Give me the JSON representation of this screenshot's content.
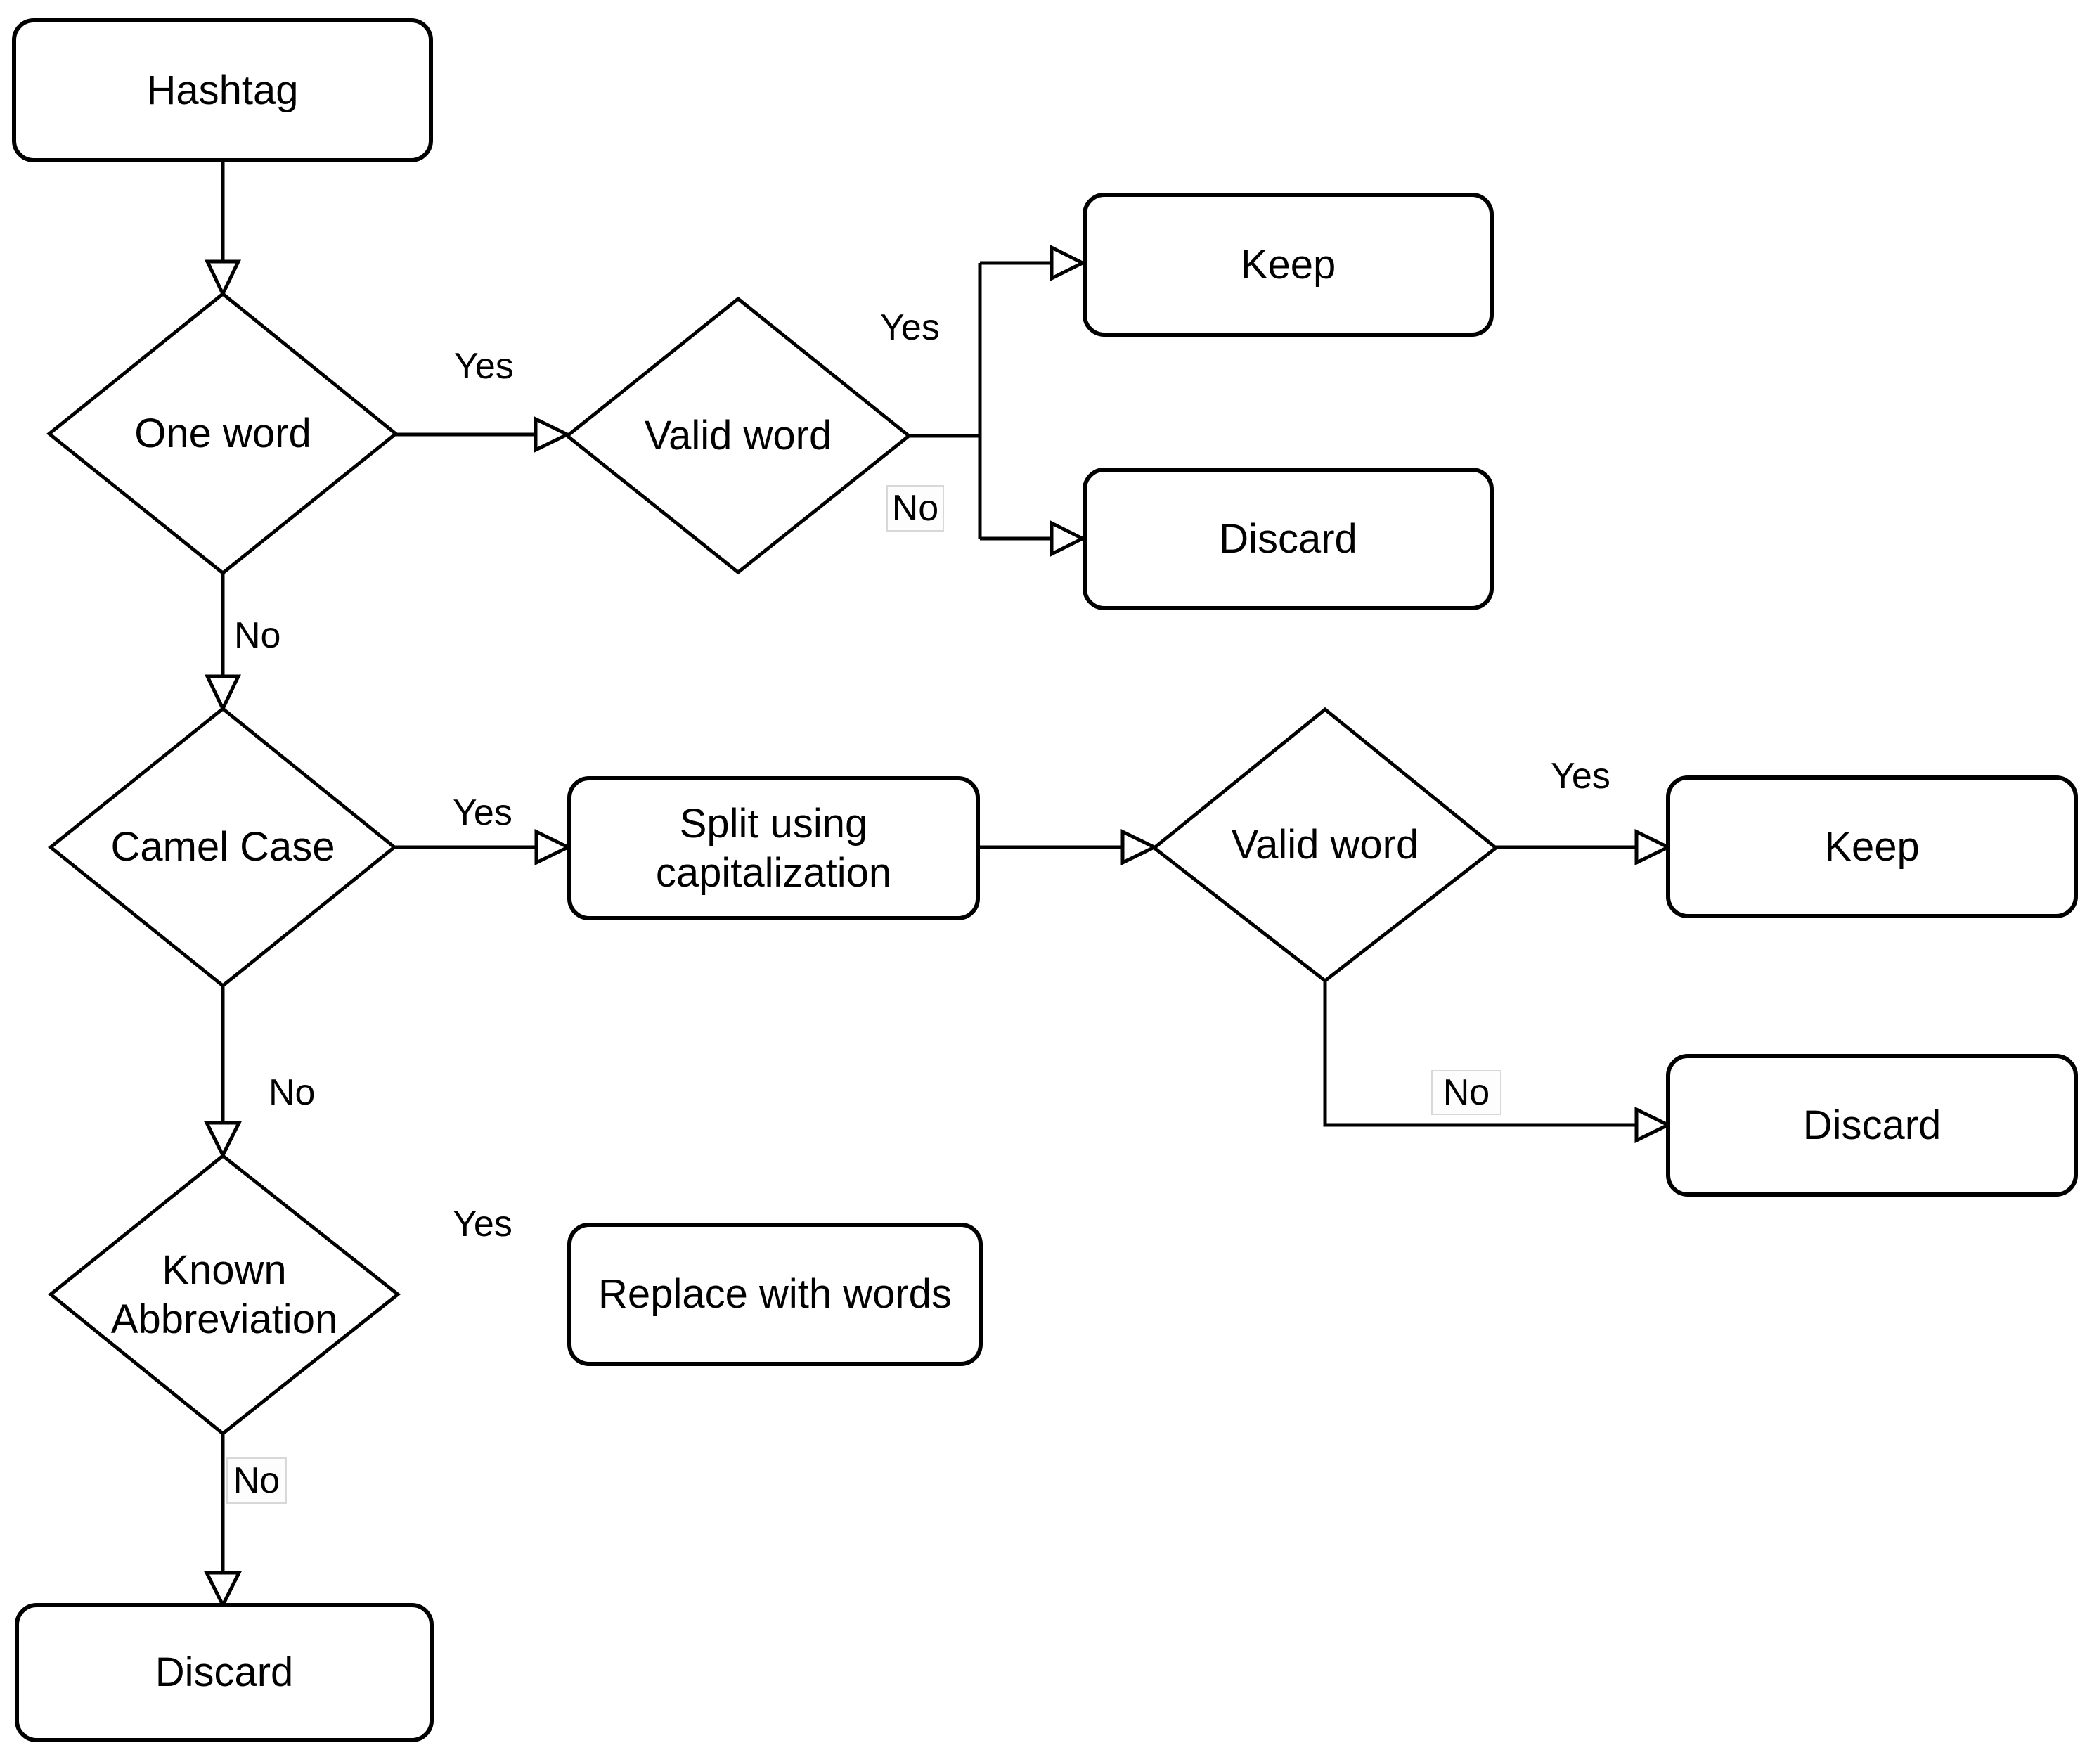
{
  "edge_labels": {
    "yes": "Yes",
    "no": "No"
  },
  "nodes": {
    "hashtag": {
      "label": "Hashtag"
    },
    "one_word": {
      "label": "One word"
    },
    "valid_word_1": {
      "label": "Valid word"
    },
    "keep_1": {
      "label": "Keep"
    },
    "discard_1": {
      "label": "Discard"
    },
    "camel_case": {
      "label": "Camel Case"
    },
    "split_using_capitalization": {
      "line1": "Split using",
      "line2": "capitalization"
    },
    "valid_word_2": {
      "label": "Valid word"
    },
    "keep_2": {
      "label": "Keep"
    },
    "discard_2": {
      "label": "Discard"
    },
    "known_abbreviation": {
      "line1": "Known",
      "line2": "Abbreviation"
    },
    "replace_with_words": {
      "label": "Replace with words"
    },
    "discard_3": {
      "label": "Discard"
    }
  },
  "colors": {
    "stroke": "#000000",
    "node_fill": "#ffffff",
    "background": "#ffffff",
    "text": "#000000",
    "edge_label_bg": "#fdfdfd",
    "edge_label_border": "#d8d8d8"
  }
}
